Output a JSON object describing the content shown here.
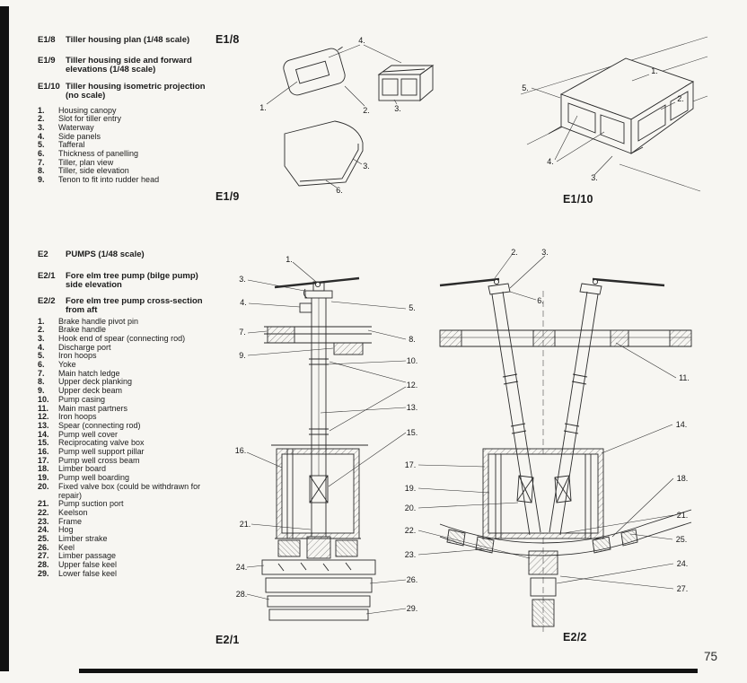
{
  "colors": {
    "paper": "#f7f6f2",
    "ink": "#1b1b1b",
    "bar": "#121212"
  },
  "page": {
    "number": "75"
  },
  "sections": {
    "tiller": {
      "entries": [
        {
          "code": "E1/8",
          "title": "Tiller housing plan (1/48 scale)"
        },
        {
          "code": "E1/9",
          "title": "Tiller housing side and forward elevations (1/48 scale)"
        },
        {
          "code": "E1/10",
          "title": "Tiller housing isometric projection (no scale)"
        }
      ],
      "legend": [
        {
          "n": "1.",
          "t": "Housing canopy"
        },
        {
          "n": "2.",
          "t": "Slot for tiller entry"
        },
        {
          "n": "3.",
          "t": "Waterway"
        },
        {
          "n": "4.",
          "t": "Side panels"
        },
        {
          "n": "5.",
          "t": "Tafferal"
        },
        {
          "n": "6.",
          "t": "Thickness of panelling"
        },
        {
          "n": "7.",
          "t": "Tiller, plan view"
        },
        {
          "n": "8.",
          "t": "Tiller, side elevation"
        },
        {
          "n": "9.",
          "t": "Tenon to fit into rudder head"
        }
      ]
    },
    "pumps": {
      "entries": [
        {
          "code": "E2",
          "title": "PUMPS (1/48 scale)"
        },
        {
          "code": "E2/1",
          "title": "Fore elm tree pump (bilge pump) side elevation"
        },
        {
          "code": "E2/2",
          "title": "Fore elm tree pump cross-section from aft"
        }
      ],
      "legend": [
        {
          "n": "1.",
          "t": "Brake handle pivot pin"
        },
        {
          "n": "2.",
          "t": "Brake handle"
        },
        {
          "n": "3.",
          "t": "Hook end of spear (connecting rod)"
        },
        {
          "n": "4.",
          "t": "Discharge port"
        },
        {
          "n": "5.",
          "t": "Iron hoops"
        },
        {
          "n": "6.",
          "t": "Yoke"
        },
        {
          "n": "7.",
          "t": "Main hatch ledge"
        },
        {
          "n": "8.",
          "t": "Upper deck planking"
        },
        {
          "n": "9.",
          "t": "Upper deck beam"
        },
        {
          "n": "10.",
          "t": "Pump casing"
        },
        {
          "n": "11.",
          "t": "Main mast partners"
        },
        {
          "n": "12.",
          "t": "Iron hoops"
        },
        {
          "n": "13.",
          "t": "Spear (connecting rod)"
        },
        {
          "n": "14.",
          "t": "Pump well cover"
        },
        {
          "n": "15.",
          "t": "Reciprocating valve box"
        },
        {
          "n": "16.",
          "t": "Pump well support pillar"
        },
        {
          "n": "17.",
          "t": "Pump well cross beam"
        },
        {
          "n": "18.",
          "t": "Limber board"
        },
        {
          "n": "19.",
          "t": "Pump well boarding"
        },
        {
          "n": "20.",
          "t": "Fixed valve box (could be withdrawn for repair)"
        },
        {
          "n": "21.",
          "t": "Pump suction port"
        },
        {
          "n": "22.",
          "t": "Keelson"
        },
        {
          "n": "23.",
          "t": "Frame"
        },
        {
          "n": "24.",
          "t": "Hog"
        },
        {
          "n": "25.",
          "t": "Limber strake"
        },
        {
          "n": "26.",
          "t": "Keel"
        },
        {
          "n": "27.",
          "t": "Limber passage"
        },
        {
          "n": "28.",
          "t": "Upper false keel"
        },
        {
          "n": "29.",
          "t": "Lower false keel"
        }
      ]
    }
  },
  "figures": {
    "e18": {
      "label": "E1/8",
      "callouts": [
        "4.",
        "1.",
        "2.",
        "3."
      ]
    },
    "e19": {
      "label": "E1/9",
      "callouts": [
        "3.",
        "6."
      ]
    },
    "e110": {
      "label": "E1/10",
      "callouts": [
        "5.",
        "1.",
        "2.",
        "4.",
        "3."
      ]
    },
    "e21": {
      "label": "E2/1",
      "callouts": [
        "1.",
        "3.",
        "4.",
        "7.",
        "9.",
        "16.",
        "21.",
        "24.",
        "28.",
        "5.",
        "8.",
        "10.",
        "12.",
        "13.",
        "15.",
        "17.",
        "19.",
        "20.",
        "22.",
        "23.",
        "26.",
        "29."
      ]
    },
    "e22": {
      "label": "E2/2",
      "callouts": [
        "2.",
        "3.",
        "6.",
        "11.",
        "14.",
        "18.",
        "21.",
        "25.",
        "24.",
        "27."
      ]
    }
  }
}
